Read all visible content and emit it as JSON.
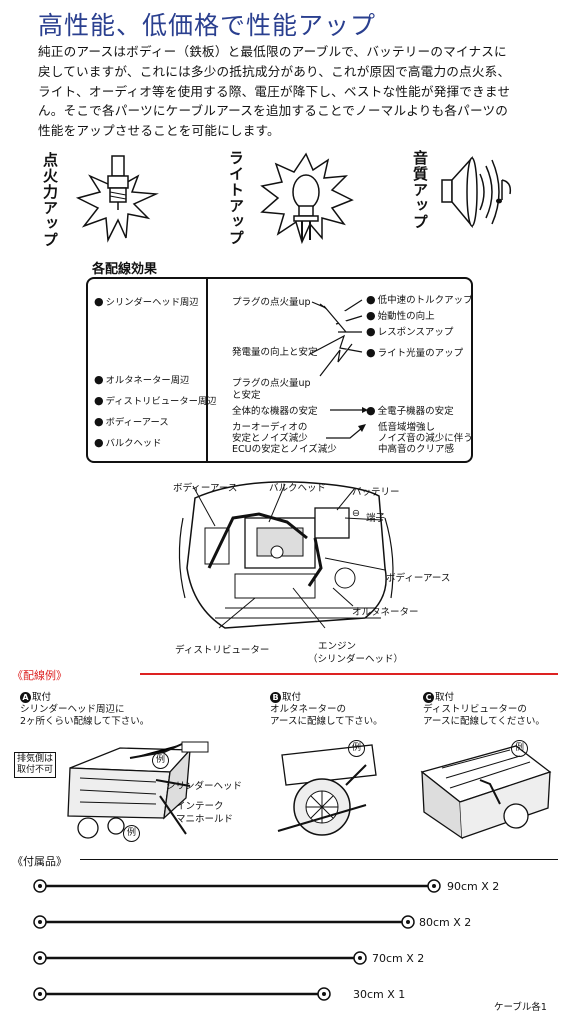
{
  "header": {
    "title": "高性能、低価格で性能アップ",
    "intro": [
      "純正のアースはボディー（鉄板）と最低限のアーブルで、バッテリーのマイナスに",
      "戻していますが、これには多少の抵抗成分があり、これが原因で高電力の点火系、",
      "ライト、オーディオ等を使用する際、電圧が降下し、ベストな性能が発揮できませ",
      "ん。そこで各パーツにケーブルアースを追加することでノーマルよりも各パーツの",
      "性能をアップさせることを可能にします。"
    ]
  },
  "categories": {
    "ignition": "点火力アップ",
    "light": "ライトアップ",
    "sound": "音質アップ"
  },
  "effects": {
    "title": "各配線効果",
    "left": [
      "シリンダーヘッド周辺",
      "オルタネーター周辺",
      "ディストリビューター周辺",
      "ボディーアース",
      "バルクヘッド"
    ],
    "middle": [
      "プラグの点火量up",
      "発電量の向上と安定",
      "プラグの点火量up",
      "と安定",
      "全体的な機器の安定",
      "カーオーディオの",
      "安定とノイズ減少",
      "ECUの安定とノイズ減少"
    ],
    "right": [
      "低中速のトルクアップ",
      "始動性の向上",
      "レスポンスアップ",
      "ライト光量のアップ",
      "全電子機器の安定",
      "低音域増強し",
      "ノイズ音の減少に伴う",
      "中高音のクリア感"
    ]
  },
  "engine": {
    "labels": [
      "ボディーアース",
      "バルクヘッド",
      "バッテリー",
      "端子",
      "ボディーアース",
      "オルタネーター",
      "ディストリビューター",
      "エンジン",
      "（シリンダーヘッド）"
    ],
    "minus": "⊖"
  },
  "wiring": {
    "title": "《配線例》",
    "a_badge": "A",
    "a": [
      "取付",
      "シリンダーヘッド周辺に",
      "2ヶ所くらい配線して下さい。"
    ],
    "b_badge": "B",
    "b": [
      "取付",
      "オルタネーターの",
      "アースに配線して下さい。"
    ],
    "c_badge": "C",
    "c": [
      "取付",
      "ディストリビューターの",
      "アースに配線してください。"
    ],
    "note": [
      "排気側は",
      "取付不可"
    ],
    "callouts": [
      "シリンダーヘッド",
      "インテーク",
      "マニホールド"
    ],
    "example": "例"
  },
  "accessories": {
    "title": "《付属品》",
    "cables": [
      "90cm X 2",
      "80cm X 2",
      "70cm X 2",
      "30cm X 1"
    ],
    "note": "ケーブル各1"
  }
}
